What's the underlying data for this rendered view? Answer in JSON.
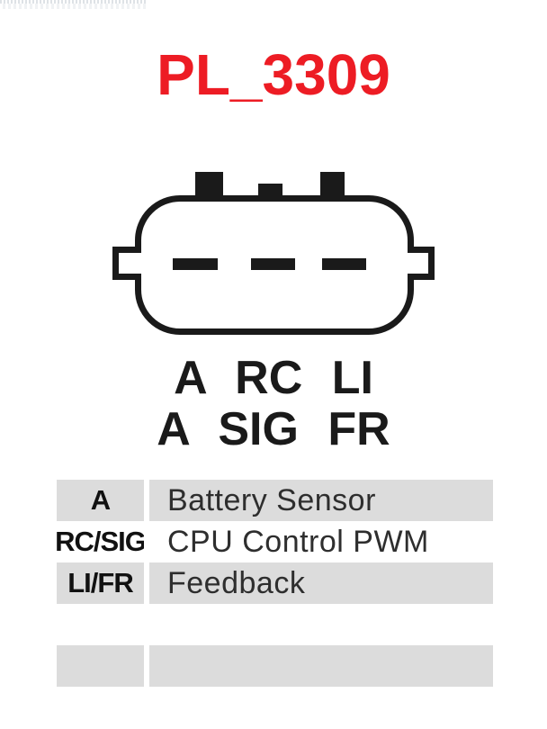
{
  "title": {
    "text": "PL_3309"
  },
  "colors": {
    "title_red": "#ed1c24",
    "drawing_black": "#1a1a1a",
    "table_row_gray": "#dcdcdc",
    "description_text": "#2e2e2e"
  },
  "connector": {
    "pin_slot_count": 3,
    "labels_row1": "A RC LI",
    "labels_row2": "A SIG FR"
  },
  "pin_table": {
    "rows": [
      {
        "pin": "A",
        "description": "Battery Sensor"
      },
      {
        "pin": "RC/SIG",
        "description": "CPU Control PWM"
      },
      {
        "pin": "LI/FR",
        "description": "Feedback"
      }
    ]
  }
}
